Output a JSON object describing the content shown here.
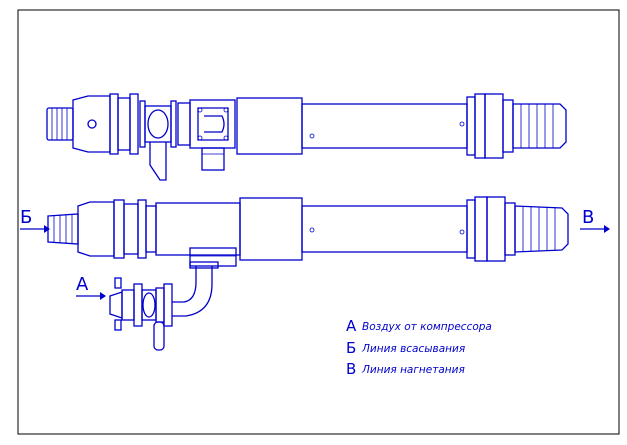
{
  "labels": {
    "arrow_a": "А",
    "arrow_b": "Б",
    "arrow_v": "В"
  },
  "legend": [
    {
      "letter": "А",
      "text": "Воздух от компрессора"
    },
    {
      "letter": "Б",
      "text": "Линия всасывания"
    },
    {
      "letter": "В",
      "text": "Линия нагнетания"
    }
  ],
  "colors": {
    "line": "#0000cc",
    "frame": "#000000",
    "background": "#ffffff"
  }
}
